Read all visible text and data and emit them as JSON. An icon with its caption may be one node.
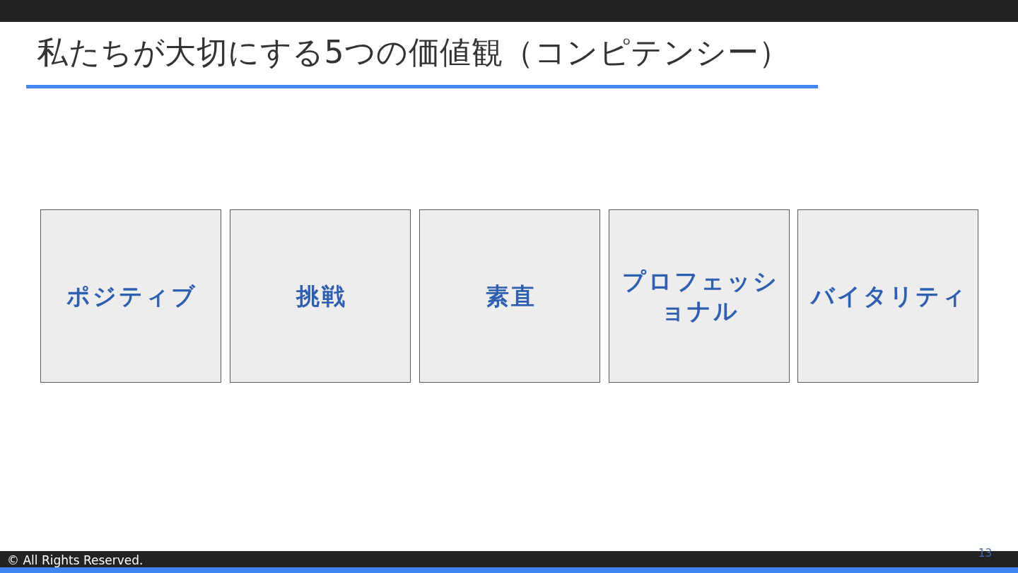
{
  "diagram": {
    "title": "私たちが大切にする5つの価値観（コンピテンシー）",
    "nodes": [
      {
        "text": [
          "ポジティブ"
        ]
      },
      {
        "text": [
          "挑戦"
        ]
      },
      {
        "text": [
          "素直"
        ]
      },
      {
        "text": [
          "プロフェッショナル"
        ]
      },
      {
        "text": [
          "バイタリティ"
        ]
      }
    ],
    "labels": [
      "© All Rights Reserved.",
      "13"
    ]
  }
}
